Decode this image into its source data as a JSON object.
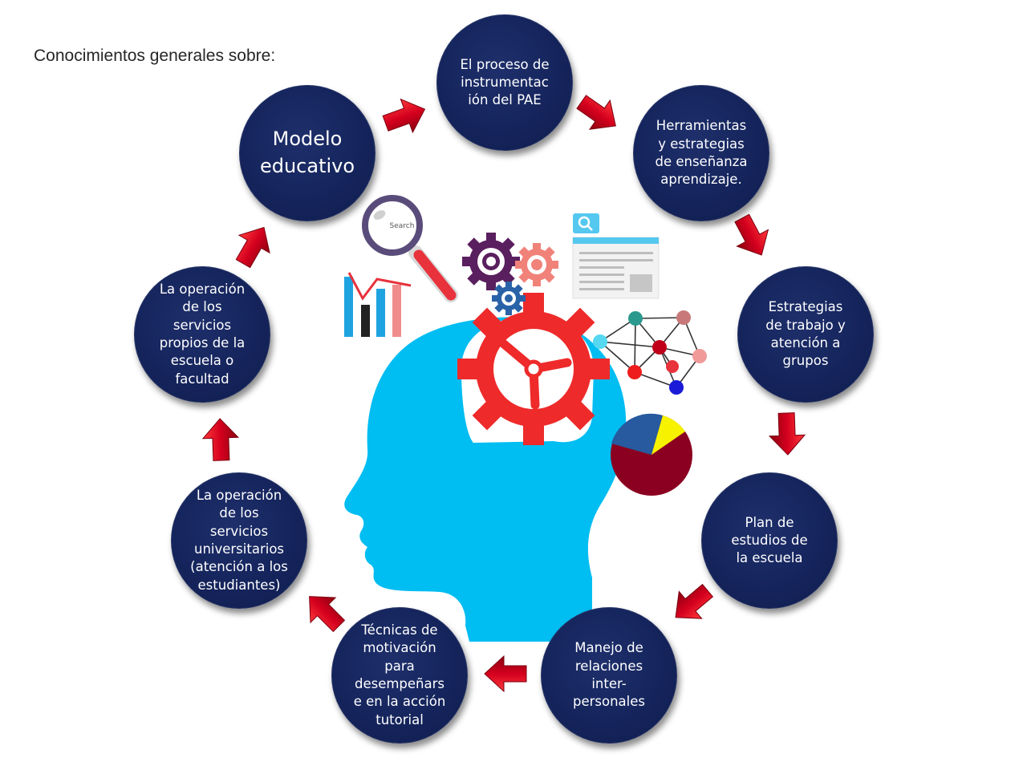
{
  "title": "Conocimientos generales sobre:",
  "nodes": [
    {
      "id": "modelo-educativo",
      "label": "Modelo\neducativo"
    },
    {
      "id": "proceso-pae",
      "label": "El proceso de\ninstrumentac\nión del PAE"
    },
    {
      "id": "herramientas",
      "label": "Herramientas\ny estrategias\nde enseñanza\naprendizaje."
    },
    {
      "id": "estrategias-trabajo",
      "label": "Estrategias\nde trabajo y\natención a\ngrupos"
    },
    {
      "id": "plan-estudios",
      "label": "Plan de\nestudios de\nla escuela"
    },
    {
      "id": "manejo-relaciones",
      "label": "Manejo de\nrelaciones\ninter-\npersonales"
    },
    {
      "id": "tecnicas-motivacion",
      "label": "Técnicas de\nmotivación\npara\ndesempeñars\ne en la acción\ntutorial"
    },
    {
      "id": "servicios-universitarios",
      "label": "La operación\nde los\nservicios\nuniversitarios\n(atención a los\nestudiantes)"
    },
    {
      "id": "servicios-propios",
      "label": "La operación\nde los\nservicios\npropios de la\nescuela o\nfacultad"
    }
  ],
  "search_icon_text": "Search",
  "colors": {
    "node_fill": "#14235a",
    "arrow": "#c0001a",
    "head": "#00bdf2",
    "gear_red": "#ee2a2a",
    "gear_purple": "#5a1f5e",
    "gear_pink": "#f0827a",
    "gear_blue": "#2a62a8"
  }
}
